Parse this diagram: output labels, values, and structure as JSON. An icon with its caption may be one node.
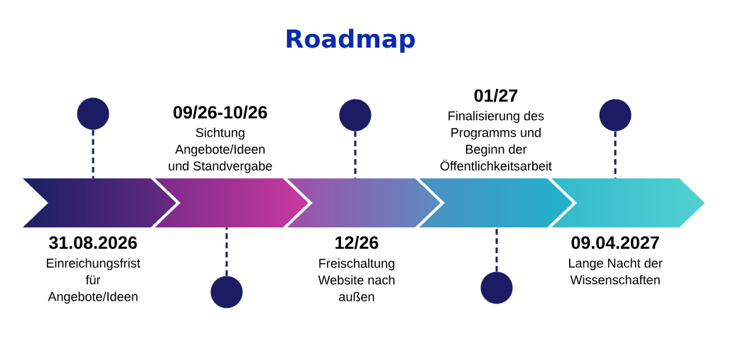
{
  "diagram": {
    "title": "Roadmap",
    "nodes": [
      {
        "text": [],
        "shape": "chevron",
        "beside": [
          "31.08.2026",
          "Einreichungsfrist für Angebote/Ideen"
        ]
      },
      {
        "text": [],
        "shape": "chevron",
        "beside": [
          "09/26-10/26",
          "Sichtung Angebote/Ideen und Standvergabe"
        ]
      },
      {
        "text": [],
        "shape": "chevron",
        "beside": [
          "12/26",
          "Freischaltung Website nach außen"
        ]
      },
      {
        "text": [],
        "shape": "chevron",
        "beside": [
          "01/27",
          "Finalisierung des Programms und Beginn der Öffentlichkeitsarbeit"
        ]
      },
      {
        "text": [],
        "shape": "chevron",
        "beside": [
          "09.04.2027",
          "Lange Nacht der Wissenschaften"
        ]
      },
      {
        "text": [],
        "shape": "circle"
      },
      {
        "text": [],
        "shape": "circle"
      },
      {
        "text": [],
        "shape": "circle"
      },
      {
        "text": [],
        "shape": "circle"
      },
      {
        "text": [],
        "shape": "circle"
      }
    ],
    "edges": [
      {
        "from": 5,
        "to": 0,
        "arrow": "none",
        "style": "dashed"
      },
      {
        "from": 6,
        "to": 1,
        "arrow": "none",
        "style": "dashed"
      },
      {
        "from": 7,
        "to": 2,
        "arrow": "none",
        "style": "dashed"
      },
      {
        "from": 8,
        "to": 3,
        "arrow": "none",
        "style": "dashed"
      },
      {
        "from": 9,
        "to": 4,
        "arrow": "none",
        "style": "dashed"
      }
    ]
  }
}
